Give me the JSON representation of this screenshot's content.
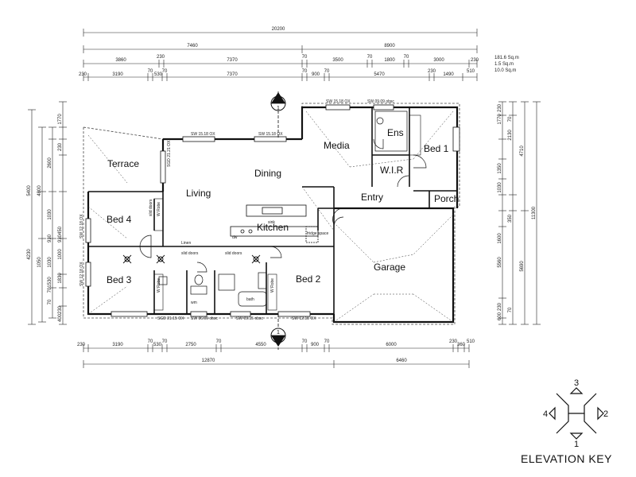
{
  "top_dimensions": {
    "overall": "20200",
    "row1": [
      "7460",
      "8900"
    ],
    "row2": [
      "3860",
      "230",
      "7370",
      "70",
      "3500",
      "70",
      "1800",
      "70",
      "3000",
      "230"
    ],
    "row3": [
      "230",
      "3190",
      "70",
      "530",
      "70",
      "7370",
      "70",
      "900",
      "70",
      "5470",
      "230",
      "1490",
      "510"
    ]
  },
  "bottom_dimensions": {
    "row1": [
      "230",
      "3190",
      "70",
      "530",
      "70",
      "2750",
      "70",
      "4550",
      "70",
      "900",
      "70",
      "6000",
      "230",
      "360",
      "510"
    ],
    "row2": [
      "12870",
      "6460"
    ]
  },
  "left_dimensions": [
    "1770",
    "230",
    "2600",
    "4800",
    "5400",
    "1030",
    "1000",
    "930",
    "930",
    "450",
    "1530",
    "230",
    "400",
    "4230",
    "1050",
    "1030",
    "1830",
    "70",
    "70"
  ],
  "right_dimensions": [
    "1770",
    "230",
    "2130",
    "1350",
    "1030",
    "4710",
    "1600",
    "350",
    "5560",
    "5690",
    "11300",
    "600",
    "230",
    "70",
    "70"
  ],
  "area_notes": [
    "181.6 Sq.m",
    "1.5 Sq.m",
    "10.0 Sq.m"
  ],
  "rooms": {
    "terrace": "Terrace",
    "dining": "Dining",
    "living": "Living",
    "bed4": "Bed 4",
    "kitchen": "Kitchen",
    "bed3": "Bed 3",
    "bed2": "Bed 2",
    "media": "Media",
    "ens": "Ens",
    "wir": "W.I.R",
    "bed1": "Bed 1",
    "entry": "Entry",
    "porch": "Porch",
    "garage": "Garage"
  },
  "annotations": {
    "sw_top1": "SW 15.18 OX",
    "sw_top2": "SW 09.09 obsc",
    "sw_top3": "SW 15.18 OX",
    "sw_top4": "SW 15.18 OX",
    "sw_bottom1": "SGD 21.15 OX",
    "sw_bottom2": "SW 06.06 obsc",
    "sw_bottom3": "SW 09.15 obsc",
    "sw_bottom4": "SW 12.18 OX",
    "sgd_left": "SGD 21.21 OX",
    "sw_left1": "SW 12.18 OX",
    "sw_left2": "SW 12.18 OX",
    "linen": "Linen",
    "slid_doors1": "slid doors",
    "slid_doors2": "slid doors",
    "slid_doors3": "slid doors",
    "wrobe1": "W Robe",
    "wrobe2": "W Robe",
    "wrobe3": "W Robe",
    "bath": "bath",
    "fridge": "fridge space",
    "sink": "sink",
    "dw": "dw",
    "wm": "wm"
  },
  "section_markers": {
    "top": {
      "upper": "5",
      "lower": "1"
    },
    "bottom": {
      "upper": "1",
      "lower": "5"
    }
  },
  "elevation_key": {
    "title": "ELEVATION KEY",
    "labels": [
      "1",
      "2",
      "3",
      "4"
    ]
  }
}
